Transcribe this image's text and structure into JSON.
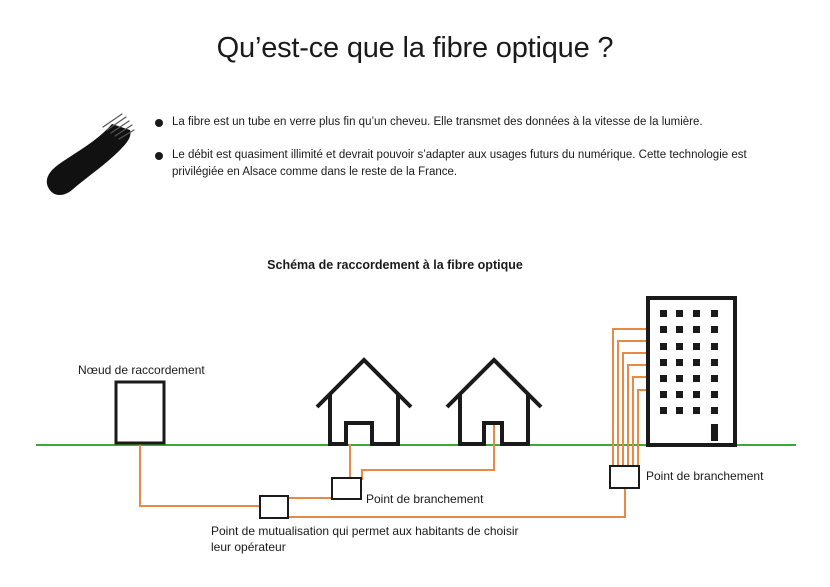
{
  "title": "Qu’est-ce que la fibre optique ?",
  "bullets": [
    "La fibre est un tube en verre plus fin qu’un cheveu. Elle transmet des données à la vitesse de la lumière.",
    "Le débit est quasiment illimité et devrait pouvoir s’adapter aux usages futurs du numérique. Cette technologie est privilégiée en Alsace comme dans le reste de la France."
  ],
  "diagram": {
    "title": "Schéma de raccordement à la fibre optique",
    "labels": {
      "noeud": "Nœud de raccordement",
      "point_branchement_maisons": "Point de branchement",
      "point_branchement_immeuble": "Point de branchement",
      "point_mutualisation": "Point de mutualisation qui permet aux habitants  de choisir leur opérateur"
    },
    "colors": {
      "ground_line": "#3aa935",
      "fiber": "#e8894a",
      "outline": "#1a1a1a"
    }
  }
}
